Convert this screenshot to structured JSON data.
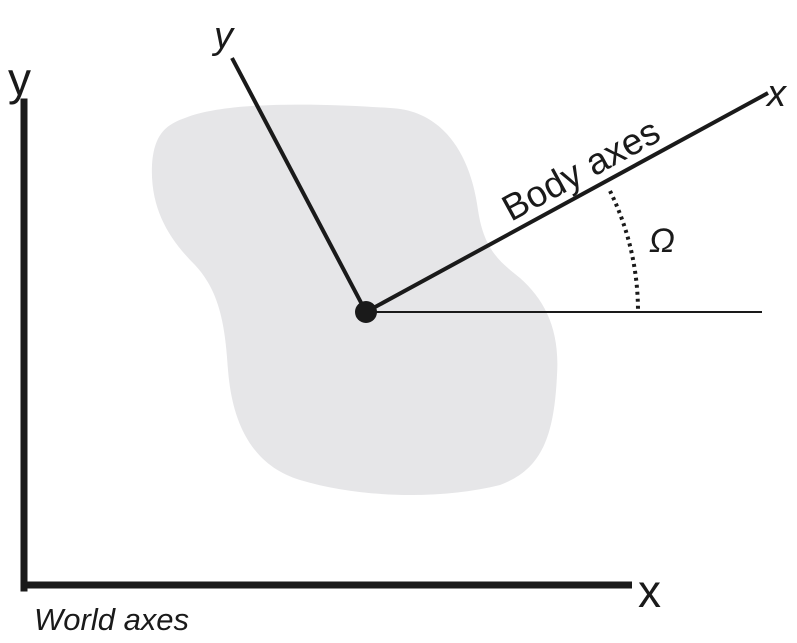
{
  "diagram": {
    "world_axes": {
      "x_label": "x",
      "y_label": "y",
      "caption": "World axes"
    },
    "body_axes": {
      "x_label": "x",
      "y_label": "y",
      "caption": "Body axes"
    },
    "angle": {
      "symbol": "Ω"
    },
    "colors": {
      "ink": "#1a1a1a",
      "body_shape": "#e6e6e8"
    }
  }
}
